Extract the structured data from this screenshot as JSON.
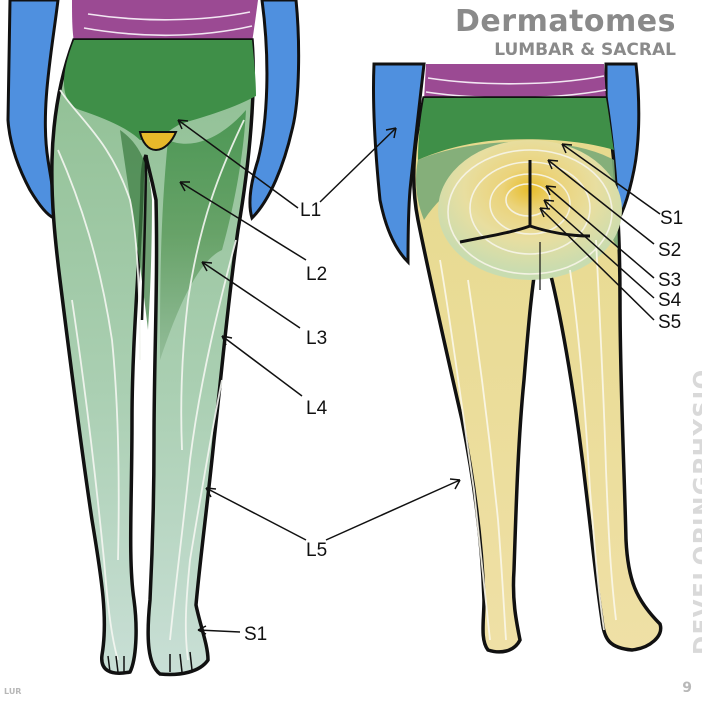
{
  "header": {
    "title": "Dermatomes",
    "subtitle": "LUMBAR & SACRAL"
  },
  "branding": {
    "vertical_text": "DEVELOPINGPHYSIO",
    "page_number": "9",
    "initials": "LUR"
  },
  "labels": {
    "front": [
      "L1",
      "L2",
      "L3",
      "L4",
      "L5",
      "S1"
    ],
    "back": [
      "S1",
      "S2",
      "S3",
      "S4",
      "S5"
    ]
  },
  "colors": {
    "arm_blue": "#4f90df",
    "trunk_purple": "#9b4a93",
    "upper_green": "#3f8f48",
    "mid_green": "#6ea46a",
    "pale_green": "#a6ccab",
    "sacral_yellow": "#e9d782",
    "genital_yellow": "#e7b92a",
    "outline": "#111111"
  }
}
